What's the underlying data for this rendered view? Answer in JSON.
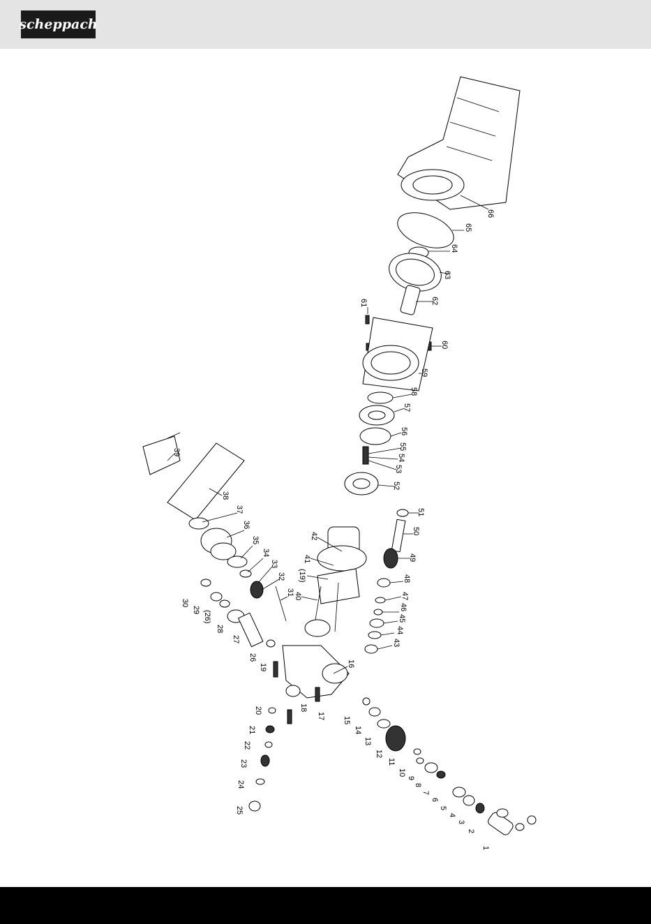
{
  "brand": {
    "logo_text": "scheppach"
  },
  "diagram": {
    "callouts": [
      "66",
      "65",
      "64",
      "63",
      "62",
      "61",
      "60",
      "59",
      "58",
      "57",
      "56",
      "55",
      "54",
      "53",
      "52",
      "51",
      "50",
      "49",
      "48",
      "47",
      "46",
      "45",
      "44",
      "43",
      "42",
      "41",
      "(19)",
      "40",
      "39",
      "38",
      "37",
      "36",
      "35",
      "34",
      "33",
      "32",
      "31",
      "30",
      "29",
      "(26)",
      "28",
      "27",
      "26",
      "19",
      "16",
      "18",
      "17",
      "20",
      "21",
      "22",
      "23",
      "24",
      "25",
      "15",
      "14",
      "13",
      "12",
      "11",
      "10",
      "9",
      "8",
      "7",
      "6",
      "5",
      "4",
      "3",
      "2",
      "1"
    ]
  }
}
